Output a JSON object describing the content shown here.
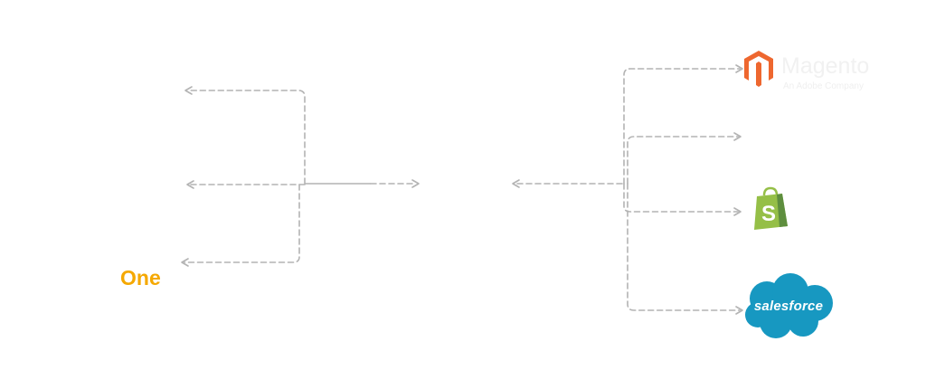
{
  "left_logos": {
    "bottom_label": "One"
  },
  "right_logos": {
    "magento": {
      "name": "Magento",
      "tagline": "An Adobe Company"
    },
    "shopify": {
      "glyph": "S"
    },
    "salesforce": {
      "name": "salesforce"
    }
  },
  "colors": {
    "connector": "#b3b3b3",
    "one_brand": "#f5a800",
    "magento_orange": "#ee672f",
    "shopify_green": "#95bf47",
    "shopify_dark": "#5e8e3e",
    "salesforce_blue": "#1798c1"
  }
}
